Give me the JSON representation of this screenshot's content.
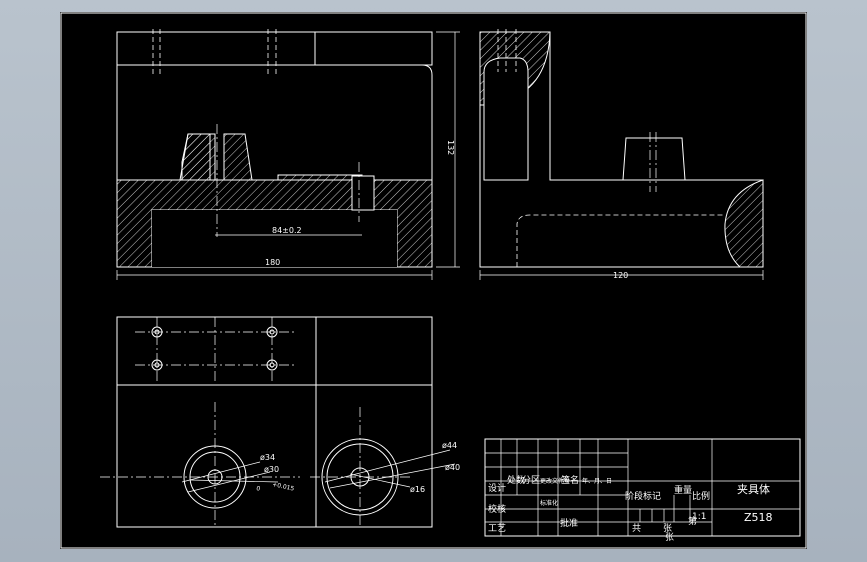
{
  "drawing": {
    "title": "夹具体",
    "drawing_number": "Z518",
    "scale": "1:1",
    "dimensions": {
      "width_front": "180",
      "width_side": "120",
      "height": "132",
      "slot": "84±0.2",
      "d34": "ø34",
      "d30": "ø30",
      "d30_tol": "+0.015",
      "d30_tol2": "0",
      "d44": "ø44",
      "d40": "ø40",
      "d16": "ø16"
    },
    "title_block": {
      "col_labels": [
        "处数",
        "分区",
        "更改文件号",
        "签名",
        "年、月、日"
      ],
      "stage_mark": "阶段标记",
      "weight": "重量",
      "ratio": "比例",
      "design": "设计",
      "standardize": "标准化",
      "check": "校核",
      "process": "工艺",
      "approve": "批准",
      "sheets_total": "共",
      "sheets_label": "张",
      "sheet_no": "第",
      "sheet_label": "张"
    }
  },
  "colors": {
    "background": "#000000",
    "frame": "#a8b3bf",
    "lines": "#ffffff"
  }
}
